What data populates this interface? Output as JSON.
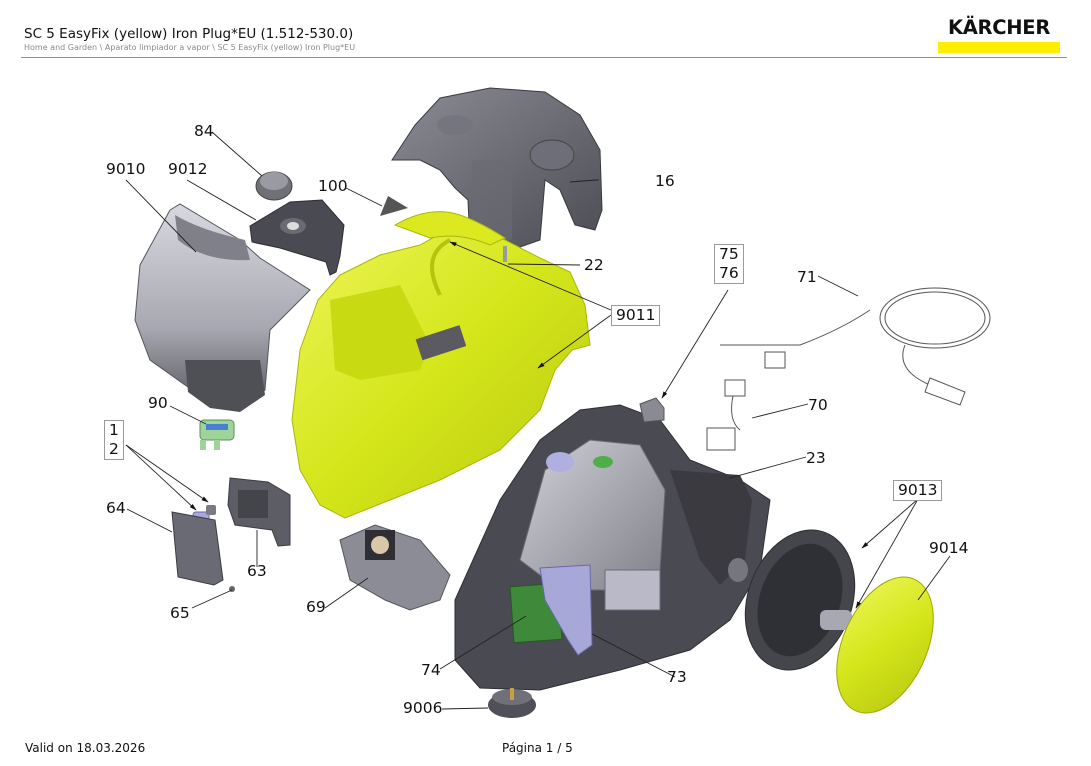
{
  "header": {
    "title": "SC 5 EasyFix (yellow) Iron Plug*EU (1.512-530.0)",
    "breadcrumb": "Home and Garden \\ Aparato limpiador a vapor \\ SC 5 EasyFix (yellow) Iron Plug*EU",
    "brand": "KÄRCHER",
    "brand_color": "#ffed00"
  },
  "diagram": {
    "part_labels": {
      "p84": "84",
      "p9010": "9010",
      "p9012": "9012",
      "p100": "100",
      "p16": "16",
      "p22": "22",
      "p9011": "9011",
      "p75": "75",
      "p76": "76",
      "p71": "71",
      "p70": "70",
      "p23": "23",
      "p90": "90",
      "p1": "1",
      "p2": "2",
      "p64": "64",
      "p63": "63",
      "p65": "65",
      "p69": "69",
      "p74": "74",
      "p73": "73",
      "p9006": "9006",
      "p9013": "9013",
      "p9014": "9014"
    },
    "colors": {
      "housing_yellow": "#d8ea1a",
      "dark_grey": "#4a4a50",
      "mid_grey": "#8a8a94",
      "light_grey": "#c9c9d2",
      "pcb_green": "#3f8a3a",
      "lilac": "#a8a8d8"
    }
  },
  "footer": {
    "valid": "Valid on 18.03.2026",
    "page": "Página 1 / 5"
  }
}
